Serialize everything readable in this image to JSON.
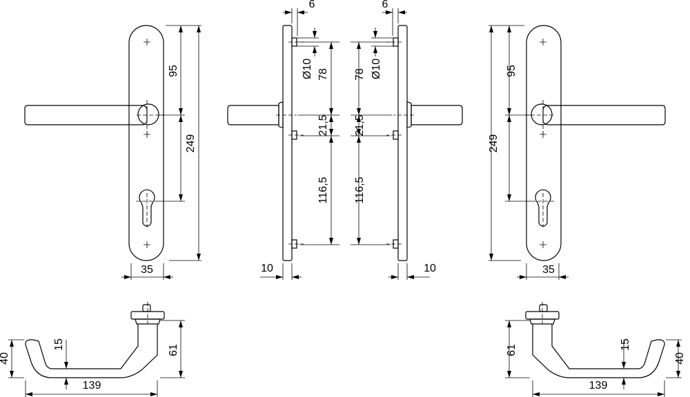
{
  "colors": {
    "line": "#000000",
    "background": "#ffffff"
  },
  "left": {
    "front_view": {
      "dim_upper": "95",
      "dim_total": "249",
      "dim_width": "35"
    },
    "side_view": {
      "dim_pin_offset": "6",
      "dim_pin_diameter": "Ø10",
      "dim_upper": "78",
      "dim_middle": "21,5",
      "dim_lower": "116,5",
      "dim_thickness": "10"
    },
    "handle_profile": {
      "dim_grip_height": "40",
      "dim_grip_thickness": "15",
      "dim_height": "61",
      "dim_length": "139"
    }
  },
  "right": {
    "front_view": {
      "dim_upper": "95",
      "dim_total": "249",
      "dim_width": "35"
    },
    "side_view": {
      "dim_pin_offset": "6",
      "dim_pin_diameter": "Ø10",
      "dim_upper": "78",
      "dim_middle": "21,5",
      "dim_lower": "116,5",
      "dim_thickness": "10"
    },
    "handle_profile": {
      "dim_grip_height": "40",
      "dim_grip_thickness": "15",
      "dim_height": "61",
      "dim_length": "139"
    }
  }
}
